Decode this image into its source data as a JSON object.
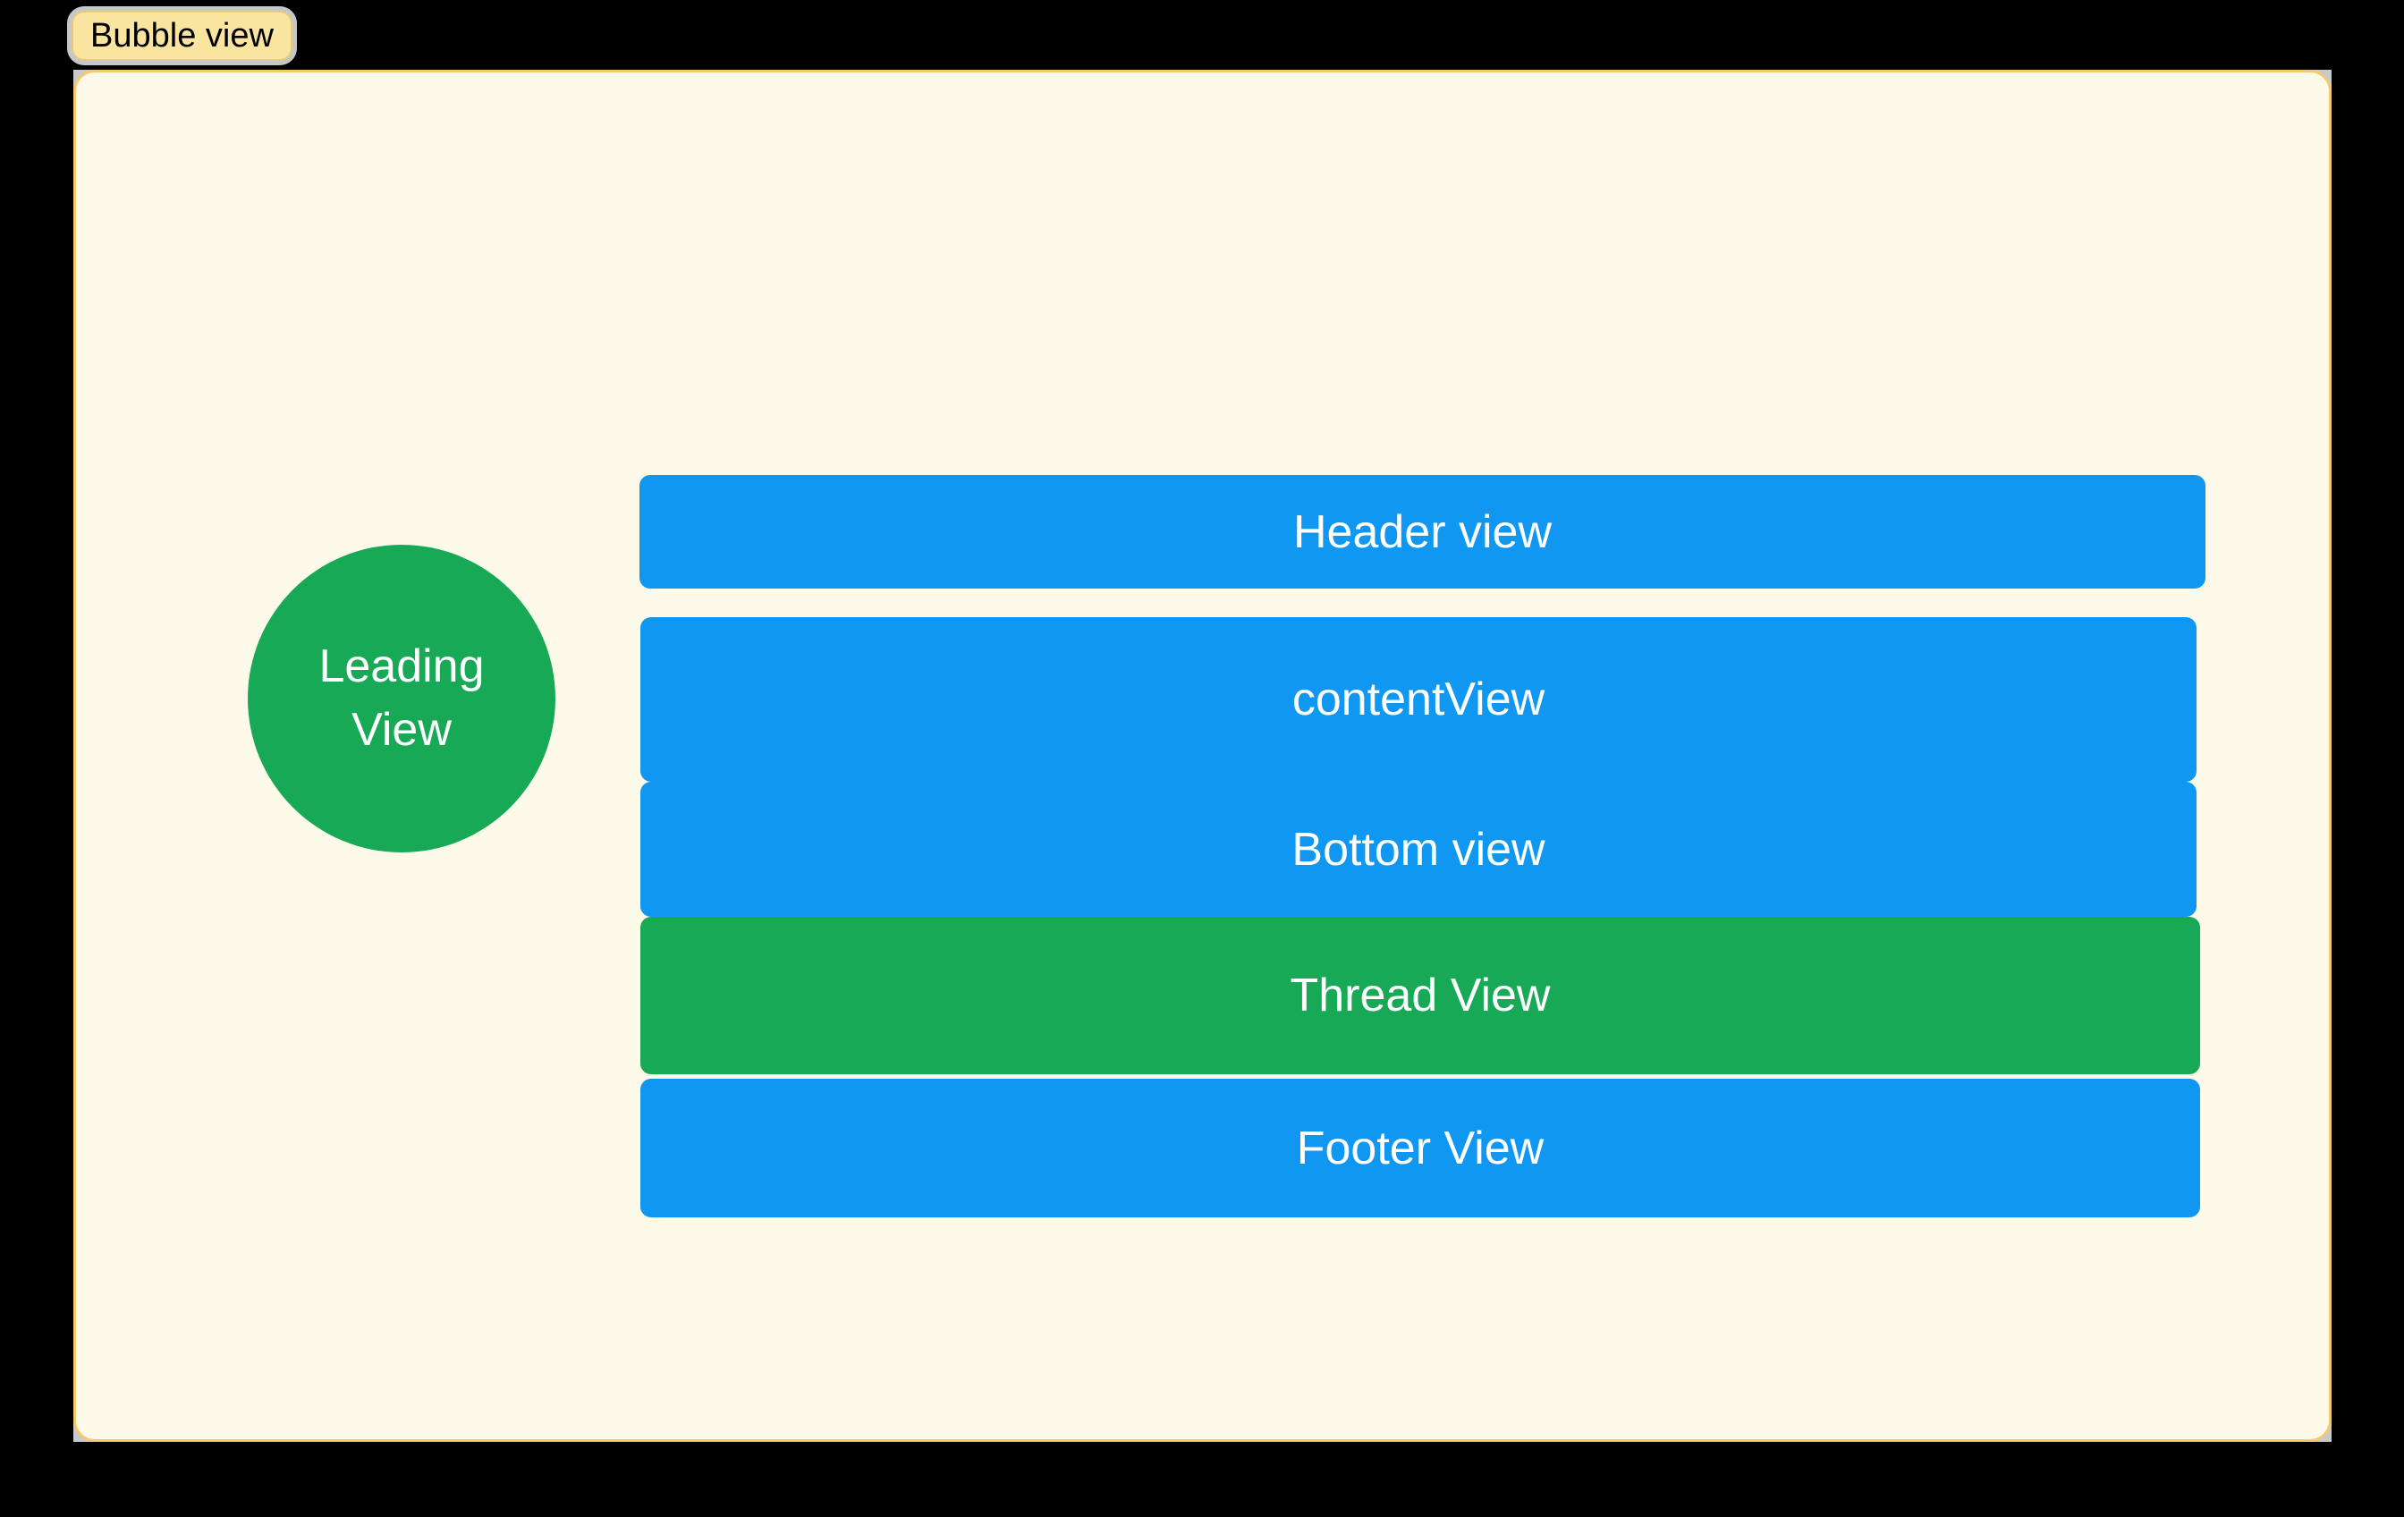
{
  "window": {
    "background": "#000000",
    "chip": {
      "label": "Bubble view",
      "fill": "#F9E5A0",
      "border_color": "#E6CB83",
      "outline_color": "#C5C6CA",
      "text_color": "#000000"
    },
    "panel": {
      "fill": "#FDFAE9",
      "border_color": "#F6C96D"
    }
  },
  "colors": {
    "blue": "#0F97F2",
    "green": "#18A957",
    "label_text": "#FFFFFF"
  },
  "views": {
    "leading": {
      "lines": [
        "Leading",
        "View"
      ]
    },
    "header": {
      "label": "Header view"
    },
    "content": {
      "label": "contentView"
    },
    "bottom": {
      "label": "Bottom view"
    },
    "thread": {
      "label": "Thread View"
    },
    "footer": {
      "label": "Footer View"
    }
  }
}
